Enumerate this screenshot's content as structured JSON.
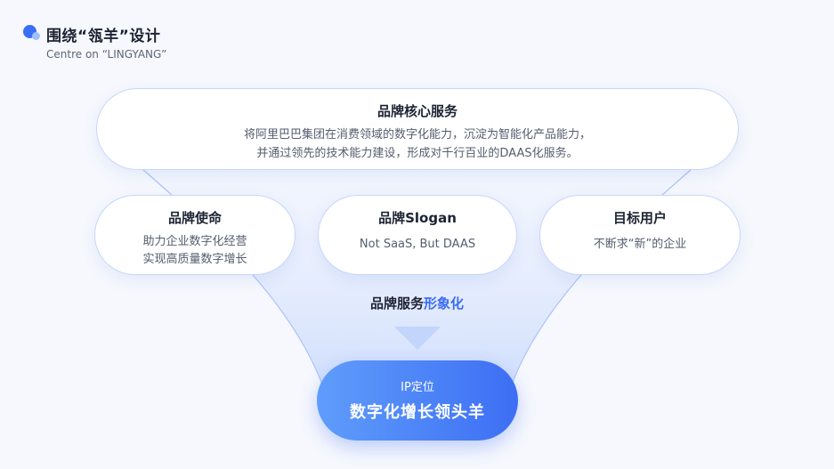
{
  "header": {
    "title": "围绕“瓴羊”设计",
    "subtitle": "Centre on “LINGYANG”"
  },
  "core": {
    "title": "品牌核心服务",
    "line1": "将阿里巴巴集团在消费领域的数字化能力，沉淀为智能化产品能力，",
    "line2": "并通过领先的技术能力建设，形成对千行百业的DAAS化服务。"
  },
  "mission": {
    "title": "品牌使命",
    "line1": "助力企业数字化经营",
    "line2": "实现高质量数字增长"
  },
  "slogan": {
    "title": "品牌Slogan",
    "text": "Not SaaS, But DAAS"
  },
  "target": {
    "title": "目标用户",
    "text": "不断求“新”的企业"
  },
  "brand_service": {
    "prefix": "品牌服务",
    "accent": "形象化"
  },
  "ip": {
    "label": "IP定位",
    "value": "数字化增长领头羊"
  },
  "colors": {
    "accent": "#3b6cf4",
    "gradient_start": "#5f9dfb",
    "gradient_end": "#3d6ef4",
    "background": "#f6f8fd"
  }
}
